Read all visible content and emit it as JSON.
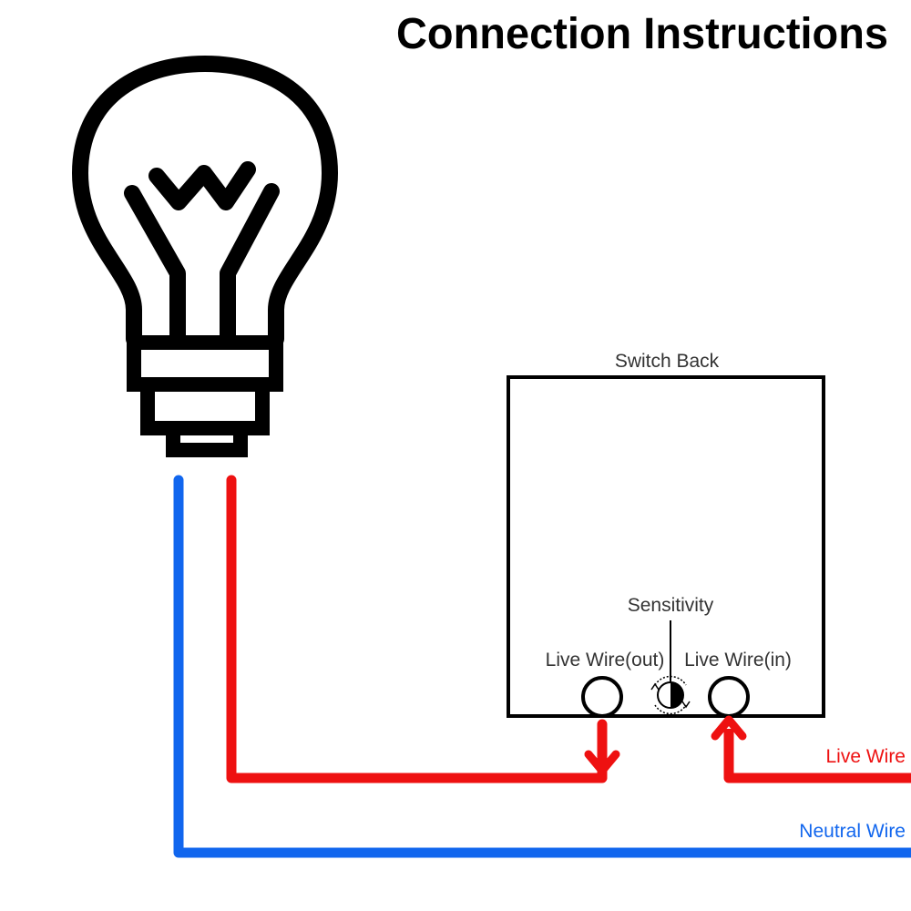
{
  "title": "Connection Instructions",
  "switch": {
    "label": "Switch Back",
    "sensitivity_label": "Sensitivity",
    "terminal_out_label": "Live Wire(out)",
    "terminal_in_label": "Live Wire(in)"
  },
  "wires": {
    "live_label": "Live Wire",
    "neutral_label": "Neutral Wire"
  },
  "colors": {
    "live": "#ee1111",
    "neutral": "#1166ee",
    "outline": "#000000"
  },
  "icons": {
    "bulb": "light-bulb-icon",
    "knob": "sensitivity-knob-icon"
  }
}
